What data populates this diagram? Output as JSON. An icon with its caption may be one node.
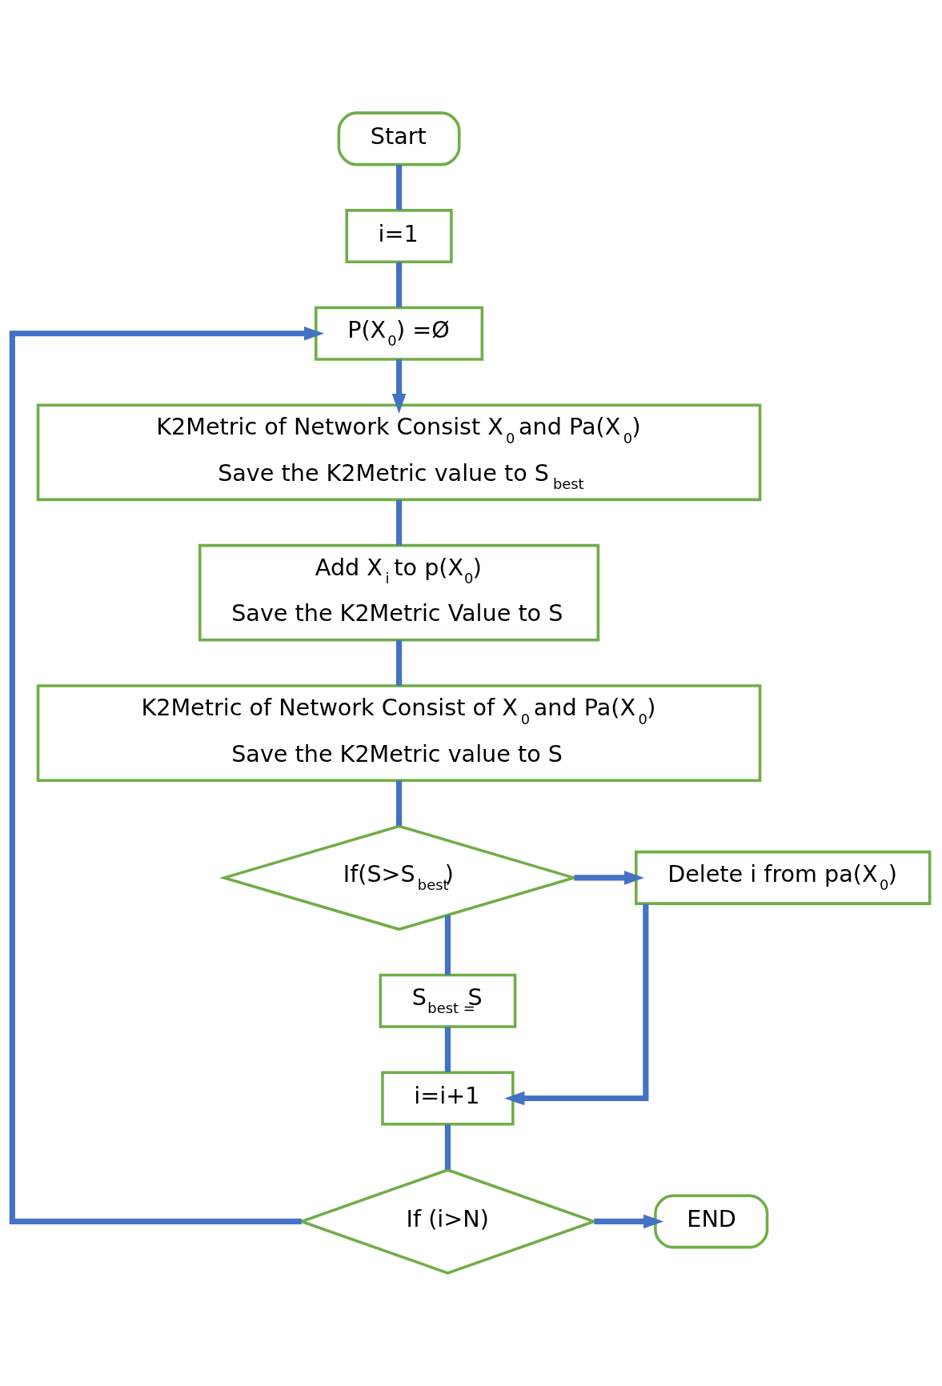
{
  "diagram": {
    "nodes": [
      {
        "text": [
          "Start"
        ]
      },
      {
        "text": [
          "i=1"
        ]
      },
      {
        "text": [
          "P(X$_{0}$) =Ø"
        ]
      },
      {
        "text": [
          "K2Metric of Network Consist X$_{0}$ and Pa(X$_{0}$)",
          "Save the K2Metric value to S$_{best}$"
        ]
      },
      {
        "text": [
          "Add X$_{i}$ to p(X$_{0}$)",
          "Save the K2Metric Value to S"
        ]
      },
      {
        "text": [
          "K2Metric of Network Consist of X$_{0}$ and Pa(X$_{0}$)",
          "Save the K2Metric value to S"
        ]
      },
      {
        "text": [
          "If(S>S$_{best}$)"
        ]
      },
      {
        "text": [
          "Delete i from pa(X$_{0}$)"
        ]
      },
      {
        "text": [
          "S$_{best =}$S"
        ]
      },
      {
        "text": [
          "i=i+1"
        ]
      },
      {
        "text": [
          "If (i>N)"
        ]
      },
      {
        "text": [
          "END"
        ]
      }
    ],
    "edges": [
      {
        "from": 0,
        "to": 1,
        "arrow": "none"
      },
      {
        "from": 1,
        "to": 2,
        "arrow": "none"
      },
      {
        "from": 2,
        "to": 3,
        "arrow": "to"
      },
      {
        "from": 3,
        "to": 4,
        "arrow": "none"
      },
      {
        "from": 4,
        "to": 5,
        "arrow": "none"
      },
      {
        "from": 5,
        "to": 6,
        "arrow": "none"
      },
      {
        "from": 6,
        "to": 7,
        "arrow": "to"
      },
      {
        "from": 6,
        "to": 8,
        "arrow": "none"
      },
      {
        "from": 8,
        "to": 9,
        "arrow": "none"
      },
      {
        "from": 7,
        "to": 9,
        "arrow": "to"
      },
      {
        "from": 9,
        "to": 10,
        "arrow": "none"
      },
      {
        "from": 10,
        "to": 11,
        "arrow": "to"
      },
      {
        "from": 10,
        "to": 2,
        "arrow": "to"
      }
    ]
  }
}
